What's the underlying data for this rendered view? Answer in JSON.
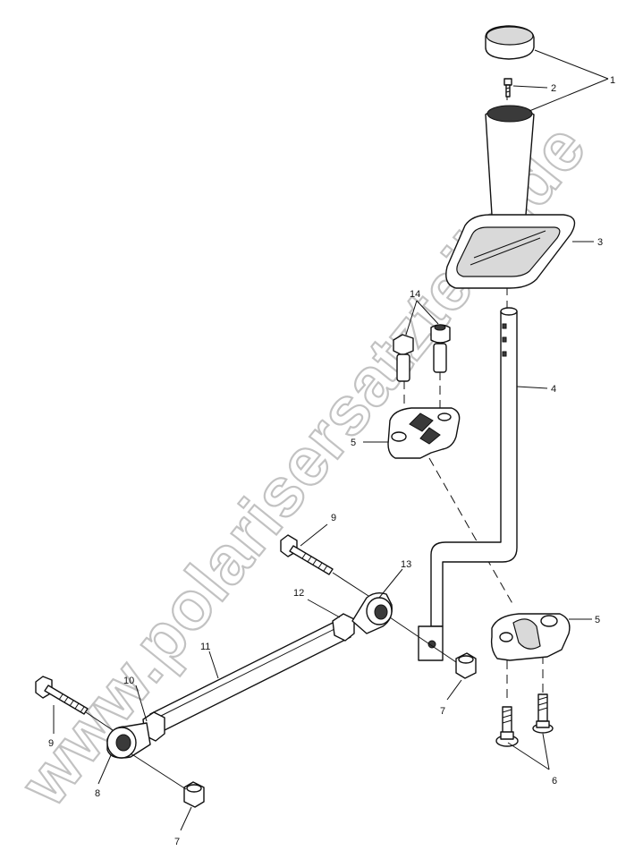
{
  "diagram": {
    "callouts": {
      "c1": "1",
      "c2": "2",
      "c3": "3",
      "c4": "4",
      "c5a": "5",
      "c5b": "5",
      "c6": "6",
      "c7a": "7",
      "c7b": "7",
      "c8": "8",
      "c9a": "9",
      "c9b": "9",
      "c10": "10",
      "c11": "11",
      "c12": "12",
      "c13": "13",
      "c14": "14"
    },
    "watermark": "www.polarisersatzteile.de"
  }
}
